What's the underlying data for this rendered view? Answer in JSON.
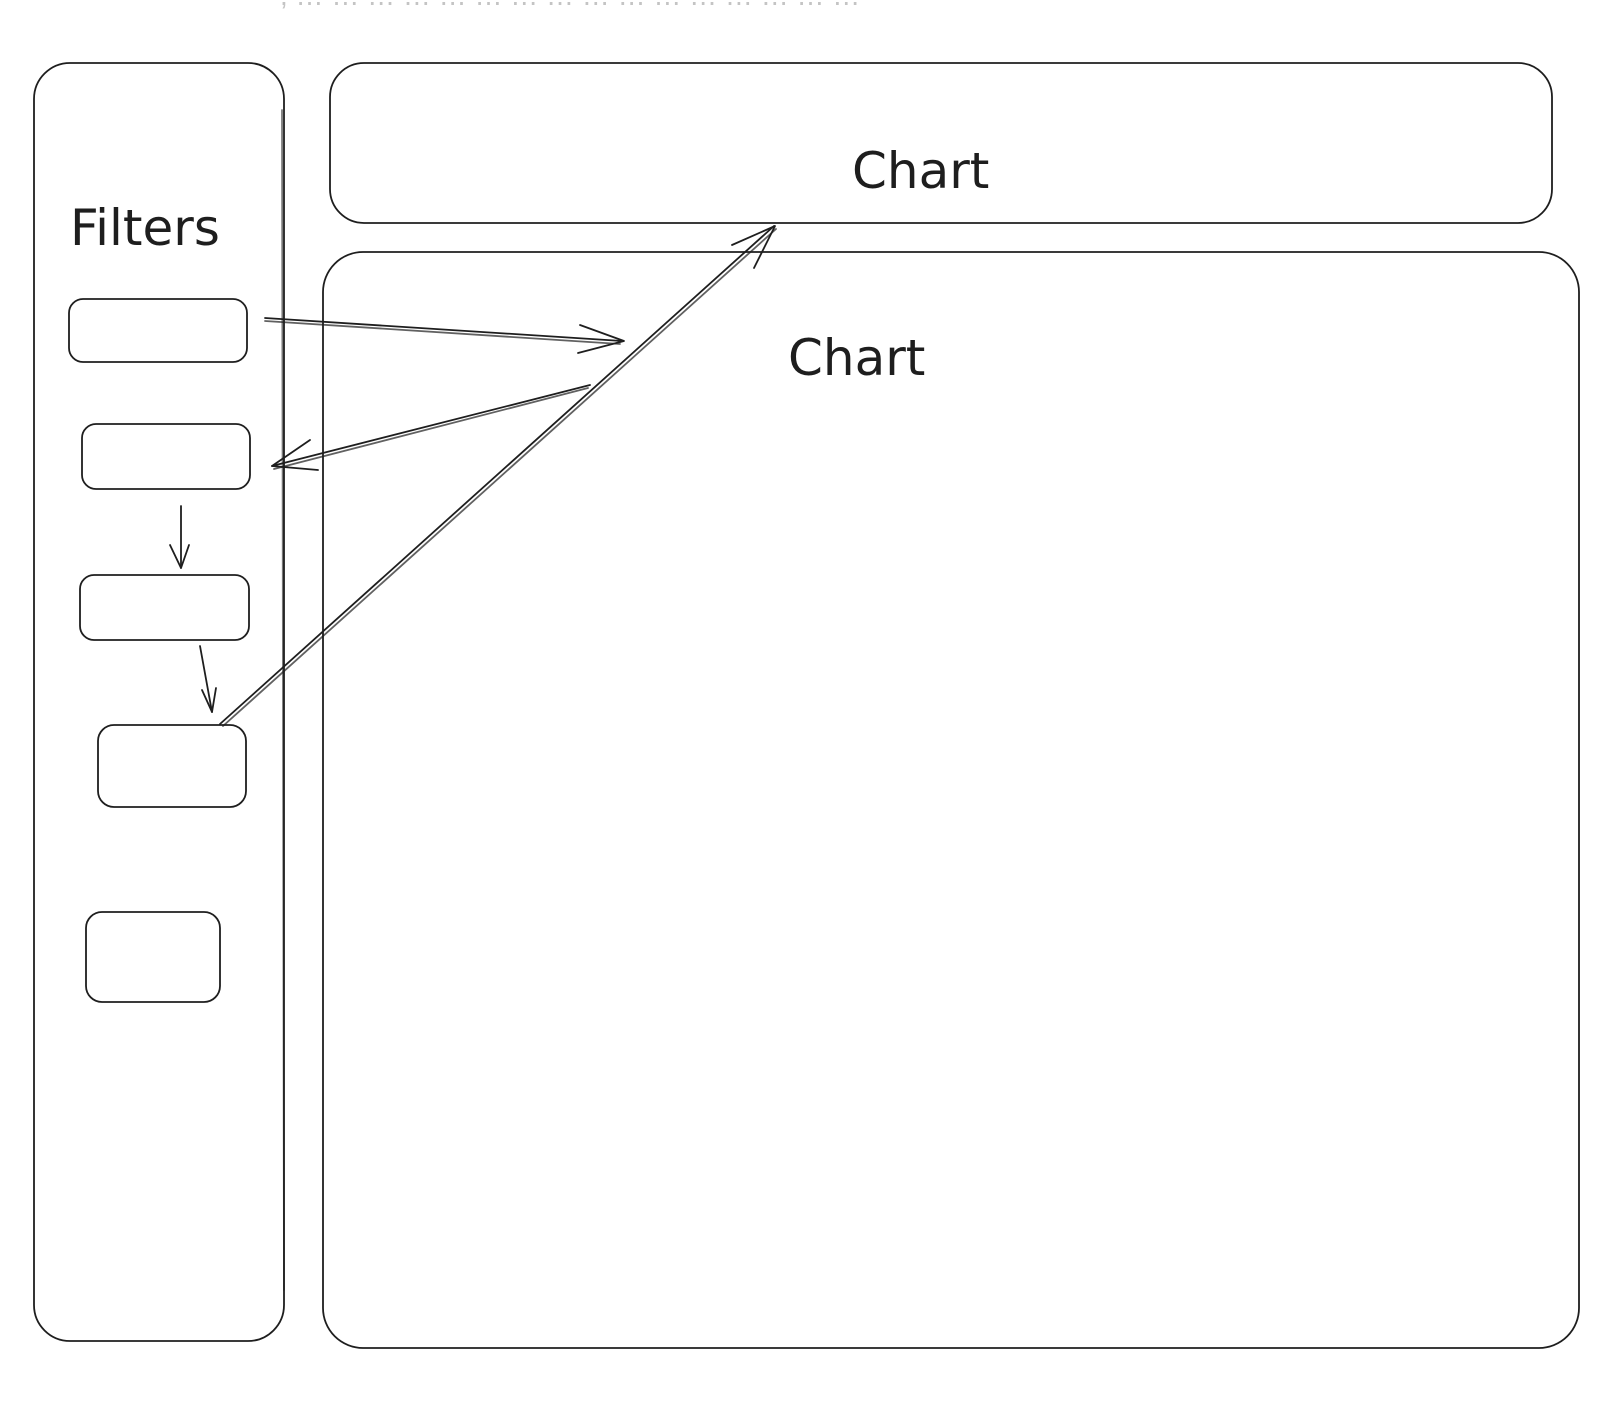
{
  "top_cut_text": ", … … … … … … … … … … … … … … … …",
  "sidebar": {
    "title": "Filters",
    "filters": [
      {
        "label": ""
      },
      {
        "label": ""
      },
      {
        "label": ""
      },
      {
        "label": ""
      },
      {
        "label": ""
      }
    ]
  },
  "charts": {
    "top_label": "Chart",
    "main_label": "Chart"
  }
}
